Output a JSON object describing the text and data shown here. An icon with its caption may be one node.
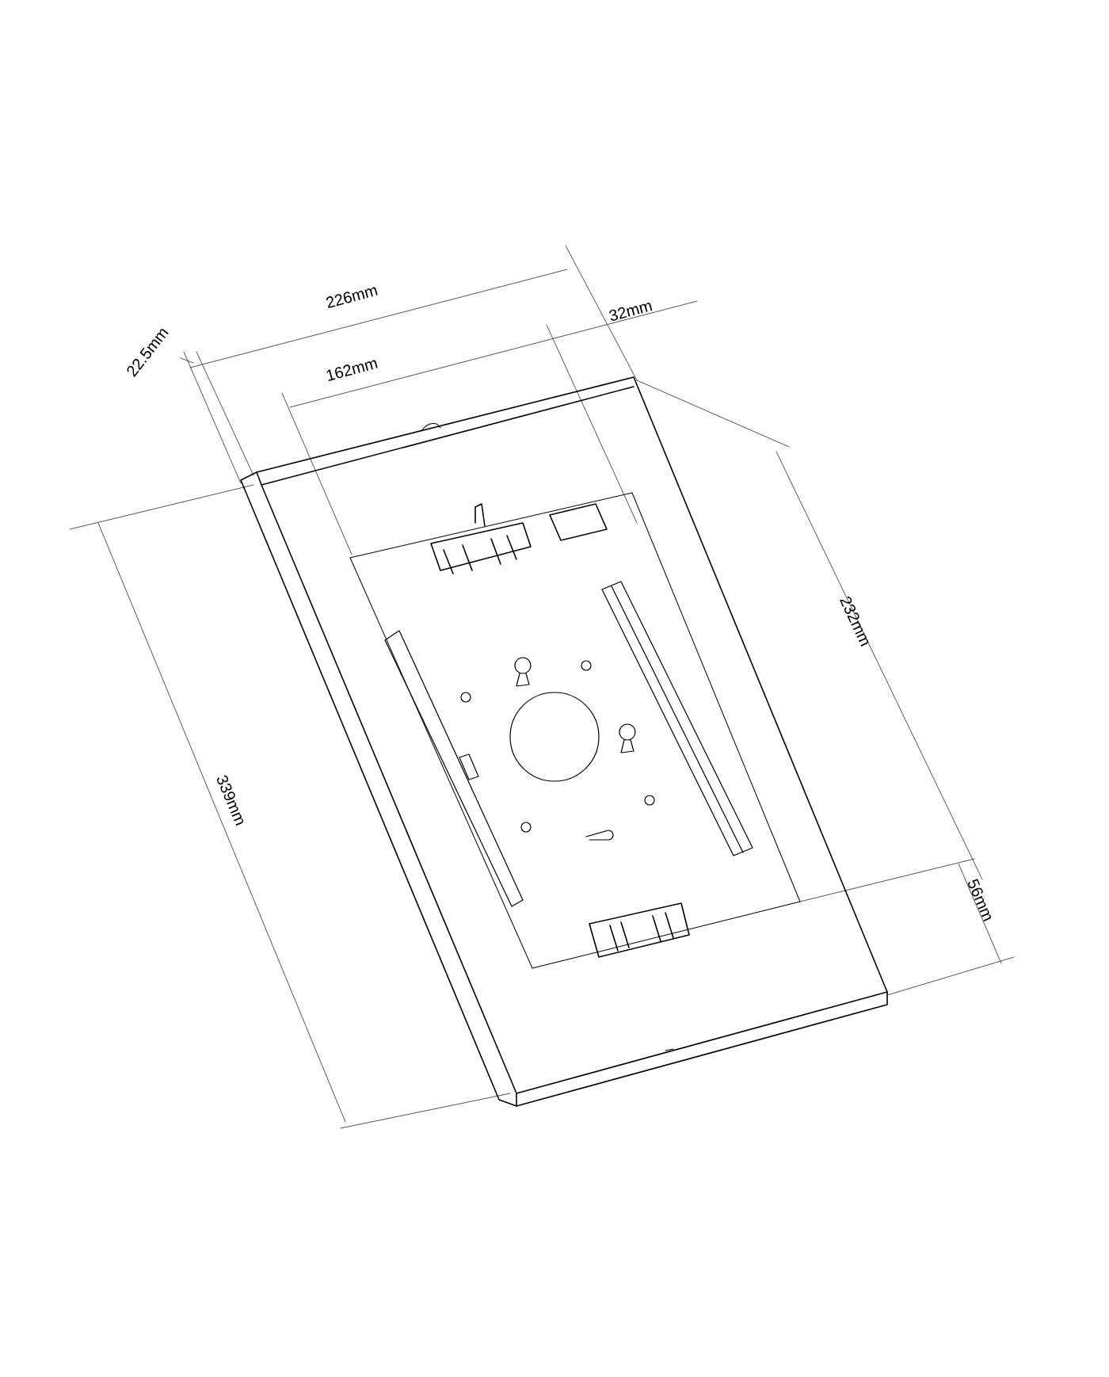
{
  "diagram": {
    "labels": [
      "22.5mm",
      "226mm",
      "32mm",
      "162mm",
      "232mm",
      "339mm",
      "56mm"
    ]
  }
}
